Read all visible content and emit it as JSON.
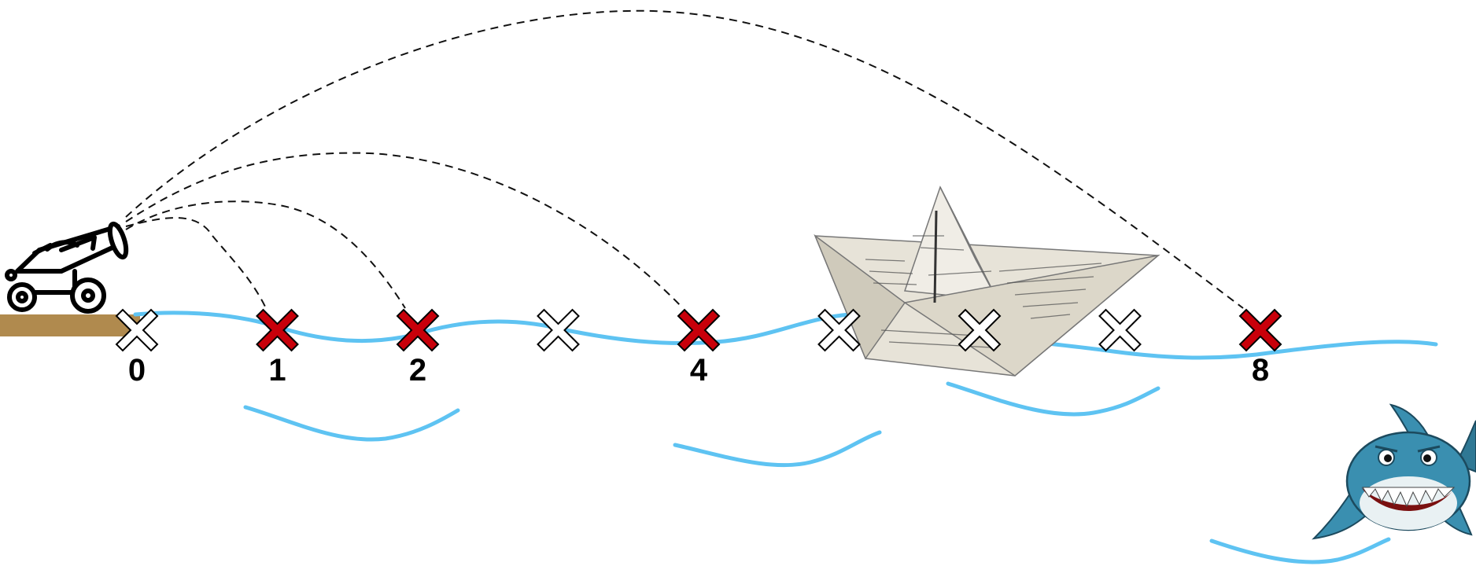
{
  "title": "",
  "positions": [
    {
      "label": "0",
      "hit": false
    },
    {
      "label": "1",
      "hit": true
    },
    {
      "label": "2",
      "hit": true
    },
    {
      "label": "",
      "hit": false
    },
    {
      "label": "4",
      "hit": true
    },
    {
      "label": "",
      "hit": false
    },
    {
      "label": "",
      "hit": false
    },
    {
      "label": "",
      "hit": false
    },
    {
      "label": "8",
      "hit": true
    }
  ],
  "colors": {
    "hit": "#c8000a",
    "miss": "#ffffff",
    "water": "#5ec3f2",
    "dock": "#b08a4e",
    "shark": "#3a8fb0"
  },
  "icons": [
    "cannon-icon",
    "paper-boat-illustration",
    "shark-illustration"
  ]
}
